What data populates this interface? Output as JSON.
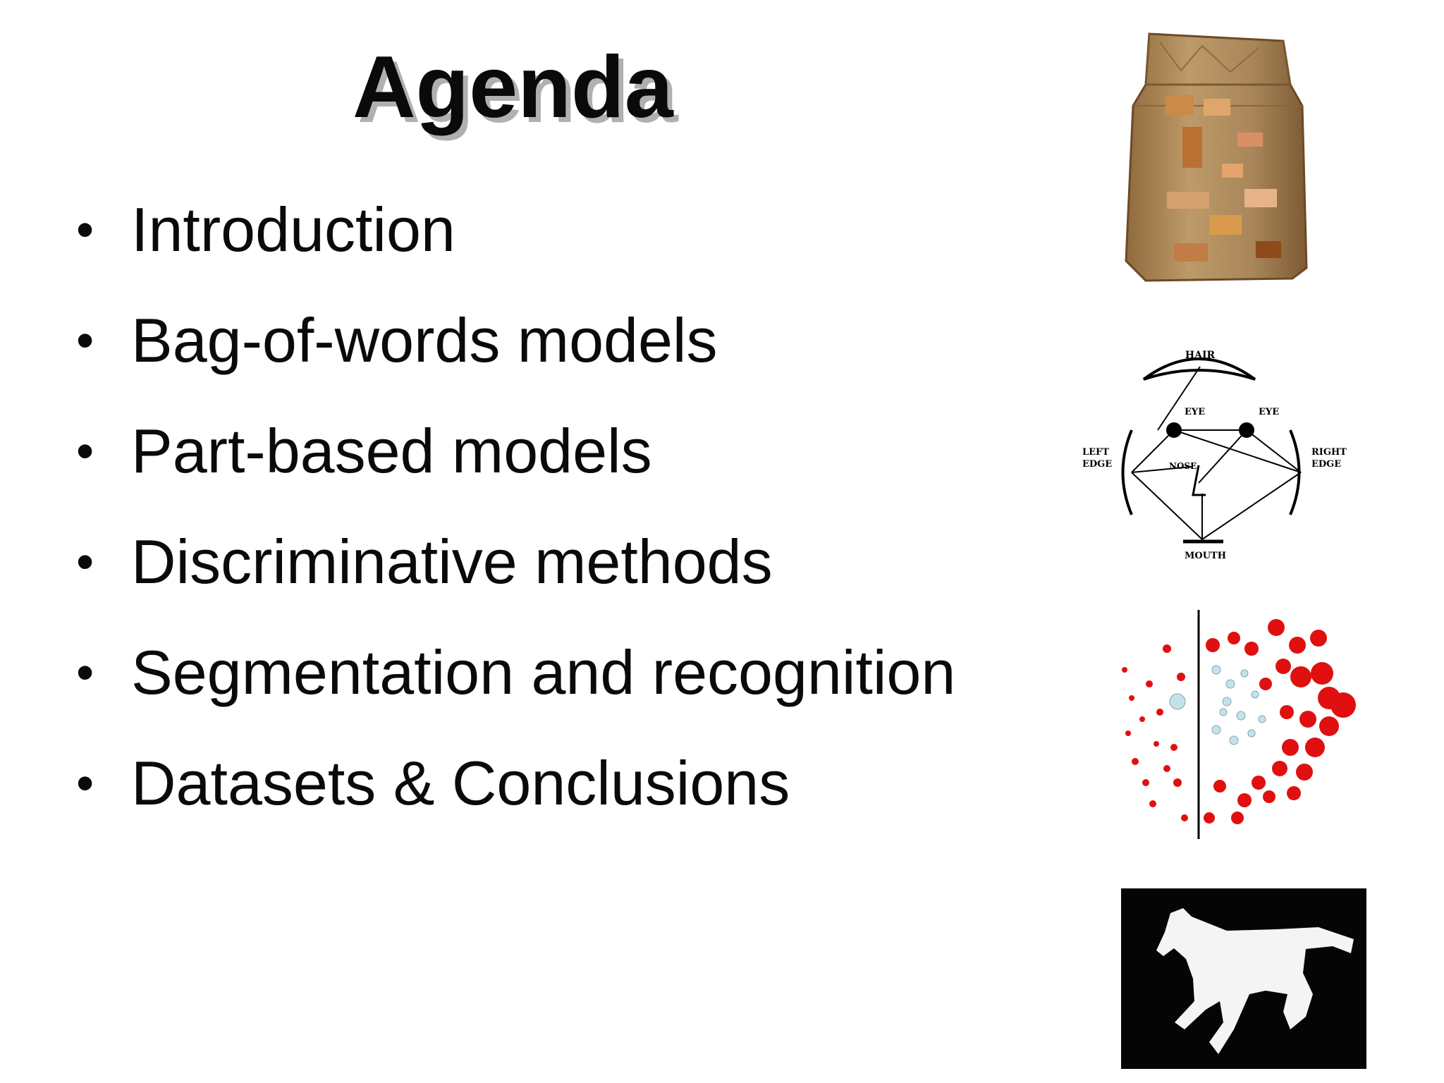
{
  "slide": {
    "title": "Agenda",
    "items": [
      "Introduction",
      "Bag-of-words models",
      "Part-based models",
      "Discriminative methods",
      "Segmentation and recognition",
      "Datasets & Conclusions"
    ],
    "bullet": "•"
  },
  "pictures": {
    "constellation_labels": {
      "hair": "HAIR",
      "eye_left": "EYE",
      "eye_right": "EYE",
      "left_edge_1": "LEFT",
      "left_edge_2": "EDGE",
      "right_edge_1": "RIGHT",
      "right_edge_2": "EDGE",
      "nose": "NOSE",
      "mouth": "MOUTH"
    }
  },
  "colors": {
    "text": "#0a0a0a",
    "title_shadow": "#b0b0b0",
    "bag": "#b08a5a",
    "red_dots": "#e01010",
    "blue_dots": "#c7e1ea",
    "horse_bg": "#050505"
  }
}
